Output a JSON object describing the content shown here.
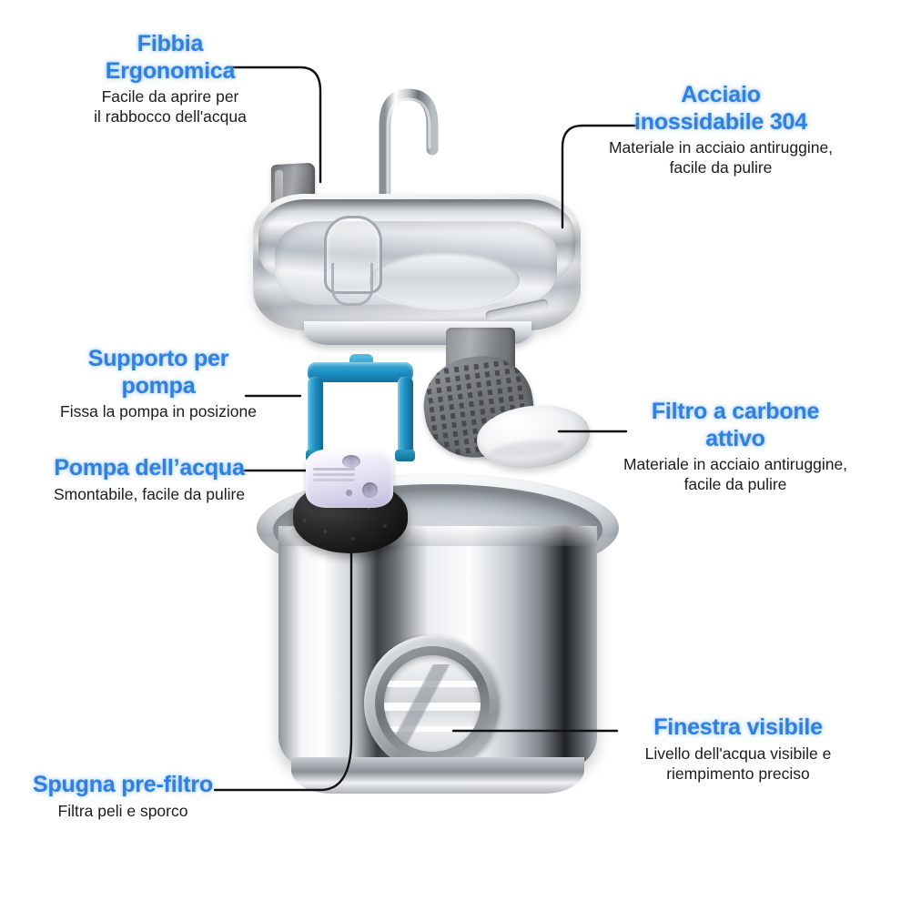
{
  "page": {
    "language": "it",
    "background_color": "#ffffff",
    "accent_color": "#2f80e0",
    "body_text_color": "#1d1d1d",
    "product": "pet water fountain exploded diagram"
  },
  "callouts": [
    {
      "id": "buckle",
      "title": "Fibbia\nErgonomica",
      "desc": "Facile da aprire per\nil rabbocco dell'acqua",
      "align": "center",
      "points_to": "buckle-clip"
    },
    {
      "id": "steel",
      "title": "Acciaio\ninossidabile 304",
      "desc": "Materiale in acciaio antiruggine,\nfacile da pulire",
      "align": "center",
      "points_to": "stainless-lid"
    },
    {
      "id": "bracket",
      "title": "Supporto per\npompa",
      "desc": "Fissa la pompa in posizione",
      "align": "center",
      "points_to": "pump-bracket"
    },
    {
      "id": "carbon",
      "title": "Filtro a carbone\nattivo",
      "desc": "Materiale in acciaio antiruggine,\nfacile da pulire",
      "align": "center",
      "points_to": "carbon-filter"
    },
    {
      "id": "pump",
      "title": "Pompa dell’acqua",
      "desc": "Smontabile, facile da pulire",
      "align": "center",
      "points_to": "water-pump"
    },
    {
      "id": "window",
      "title": "Finestra visibile",
      "desc": "Livello dell'acqua visibile e\nriempimento preciso",
      "align": "center",
      "points_to": "water-level-window"
    },
    {
      "id": "sponge",
      "title": "Spugna pre-filtro",
      "desc": "Filtra peli e sporco",
      "align": "center",
      "points_to": "sponge-prefilter"
    }
  ],
  "parts": [
    {
      "id": "stainless-lid",
      "name": "Coperchio in acciaio inox con beccuccio",
      "color": "#c3c8ce"
    },
    {
      "id": "buckle-clip",
      "name": "Fibbia ergonomica",
      "color": "#8d9094"
    },
    {
      "id": "pump-bracket",
      "name": "Supporto pompa",
      "color": "#1b8cc0"
    },
    {
      "id": "filter-basket",
      "name": "Cestello filtro forato",
      "color": "#7c8084"
    },
    {
      "id": "carbon-filter",
      "name": "Filtro a carbone attivo",
      "color": "#f3f4f6"
    },
    {
      "id": "water-pump",
      "name": "Pompa dell’acqua",
      "color": "#e2e0f2"
    },
    {
      "id": "sponge-prefilter",
      "name": "Spugna pre-filtro",
      "color": "#141414"
    },
    {
      "id": "water-tank",
      "name": "Serbatoio in acciaio inox",
      "color": "#cfd4d9"
    },
    {
      "id": "water-level-window",
      "name": "Finestra livello acqua",
      "color": "#8e9398"
    }
  ]
}
